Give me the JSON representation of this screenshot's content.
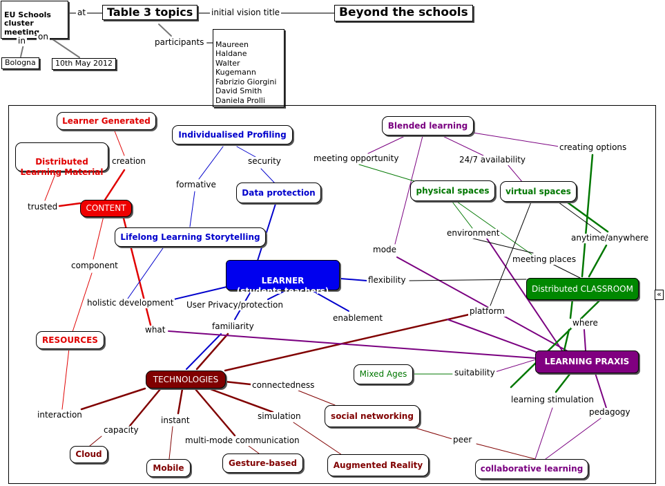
{
  "meta": {
    "cluster": "EU Schools\ncluster meeting",
    "at": "at",
    "topic": "Table 3 topics",
    "vision_label": "initial vision title",
    "vision": "Beyond the schools",
    "in": "in",
    "on": "on",
    "place": "Bologna",
    "date": "10th May 2012",
    "participants_label": "participants",
    "participants": "Maureen Haldane\nWalter Kugemann\nFabrizio Giorgini\nDavid Smith\nDaniela Prolli"
  },
  "concepts": {
    "learner_generated": "Learner Generated",
    "distributed_material": "Distributed\nLearning Material",
    "content": "CONTENT",
    "resources": "RESOURCES",
    "individualised_profiling": "Individualised Profiling",
    "data_protection": "Data protection",
    "lifelong": "Lifelong Learning Storytelling",
    "learner": "LEARNER\n(students    teachers)",
    "technologies": "TECHNOLOGIES",
    "cloud": "Cloud",
    "mobile": "Mobile",
    "gesture": "Gesture-based",
    "augmented": "Augmented Reality",
    "social": "social networking",
    "blended": "Blended learning",
    "physical": "physical spaces",
    "virtual": "virtual spaces",
    "distributed_classroom": "Distributed CLASSROOM",
    "praxis": "LEARNING PRAXIS",
    "mixed_ages": "Mixed Ages",
    "collaborative": "collaborative learning"
  },
  "links": {
    "creation": "creation",
    "trusted": "trusted",
    "component": "component",
    "holistic": "holistic development",
    "what": "what",
    "formative": "formative",
    "security": "security",
    "privacy": "User Privacy/protection",
    "familiarity": "familiarity",
    "flexibility": "flexibility",
    "enablement": "enablement",
    "interaction": "interaction",
    "capacity": "capacity",
    "instant": "instant",
    "multimode": "multi-mode communication",
    "simulation": "simulation",
    "connectedness": "connectedness",
    "peer": "peer",
    "meeting_opportunity": "meeting opportunity",
    "availability": "24/7 availability",
    "creating_options": "creating options",
    "mode": "mode",
    "environment": "environment",
    "meeting_places": "meeting places",
    "anytime": "anytime/anywhere",
    "where": "where",
    "platform": "platform",
    "suitability": "suitability",
    "learning_stimulation": "learning stimulation",
    "pedagogy": "pedagogy"
  },
  "collapse_icon": "«",
  "colors": {
    "red": "#e00000",
    "blue": "#0000cc",
    "green": "#007700",
    "purple": "#7a0080",
    "maroon": "#800000"
  }
}
